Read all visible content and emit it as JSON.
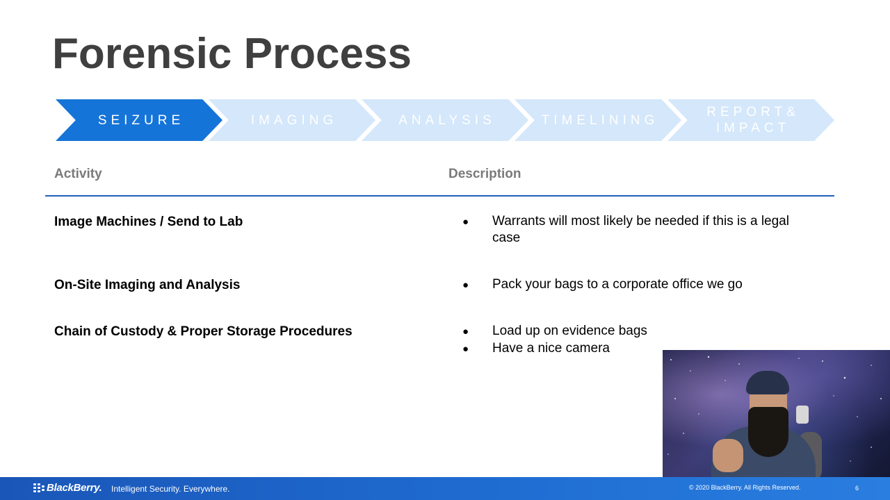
{
  "slide": {
    "title": "Forensic Process"
  },
  "process_steps": [
    {
      "label": "SEIZURE",
      "active": true
    },
    {
      "label": "IMAGING",
      "active": false
    },
    {
      "label": "ANALYSIS",
      "active": false
    },
    {
      "label": "TIMELINING",
      "active": false
    },
    {
      "label": "REPORT& IMPACT",
      "active": false
    }
  ],
  "table": {
    "headers": {
      "activity": "Activity",
      "description": "Description"
    },
    "rows": [
      {
        "activity": "Image Machines / Send to Lab",
        "bullets": [
          "Warrants will most likely be needed if this is a legal case"
        ]
      },
      {
        "activity": "On-Site Imaging and Analysis",
        "bullets": [
          "Pack your bags to a corporate office we go"
        ]
      },
      {
        "activity": "Chain of Custody & Proper Storage Procedures",
        "bullets": [
          "Load up on evidence bags",
          "Have a nice camera"
        ]
      }
    ]
  },
  "footer": {
    "brand": "BlackBerry.",
    "tagline": "Intelligent Security. Everywhere.",
    "copyright": "© 2020 BlackBerry. All Rights Reserved.",
    "page_number": "6"
  },
  "bullet_glyph": "●",
  "colors": {
    "active_step": "#1574d8",
    "inactive_step": "#d4e7fb",
    "title": "#3f3f3f",
    "header_text": "#7a7a7a",
    "rule": "#1f5fbf",
    "footer": "#1f6cd1"
  },
  "icons": {
    "logo": "blackberry-logo-icon"
  }
}
